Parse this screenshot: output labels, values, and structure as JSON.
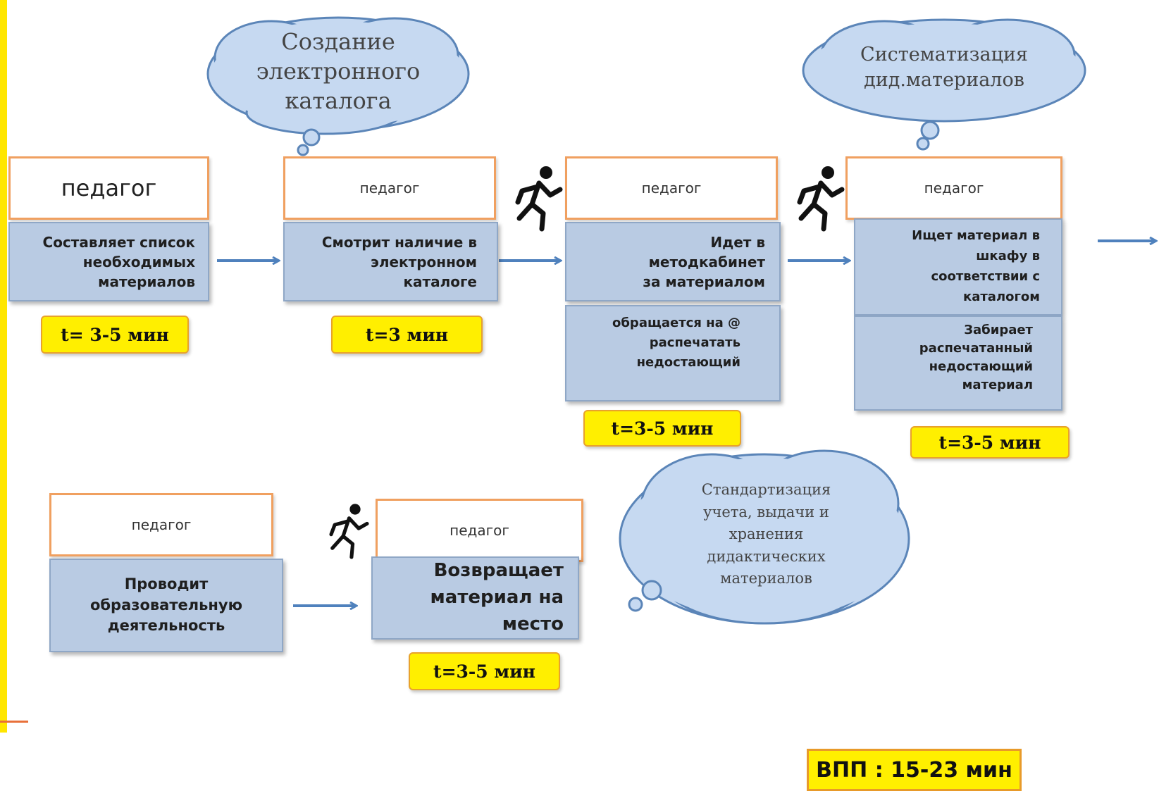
{
  "actor_label": "педагог",
  "steps": [
    {
      "task": "Составляет список\nнеобходимых\nматериалов",
      "time": "t= 3-5 мин"
    },
    {
      "task": "Смотрит наличие в\nэлектронном\nкаталоге",
      "time": "t=3 мин"
    },
    {
      "task": "Идет в\nметодкабинет\nза материалом",
      "extra": "обращается на @\nраспечатать\nнедостающий",
      "time": "t=3-5 мин"
    },
    {
      "task": "Ищет материал в\nшкафу в\nсоответствии с\nкаталогом",
      "extra": "Забирает\nраспечатанный\nнедостающий\nматериал",
      "time": "t=3-5 мин"
    },
    {
      "task": "Проводит\nобразовательную\nдеятельность"
    },
    {
      "task": "Возвращает\nматериал на\nместо",
      "time": "t=3-5 мин"
    }
  ],
  "clouds": [
    {
      "text": "Создание\nэлектронного\nкаталога"
    },
    {
      "text": "Систематизация\nдид.материалов"
    },
    {
      "text": "Стандартизация\nучета, выдачи и\nхранения\nдидактических\nматериалов"
    }
  ],
  "total": "ВПП : 15-23 мин",
  "colors": {
    "task_fill": "#b9cbe3",
    "actor_border": "#f0a060",
    "time_fill": "#ffef00",
    "arrow": "#4f81bd",
    "cloud_fill": "#c6d9f1"
  },
  "icons": {
    "walk": "walking-person-icon"
  }
}
